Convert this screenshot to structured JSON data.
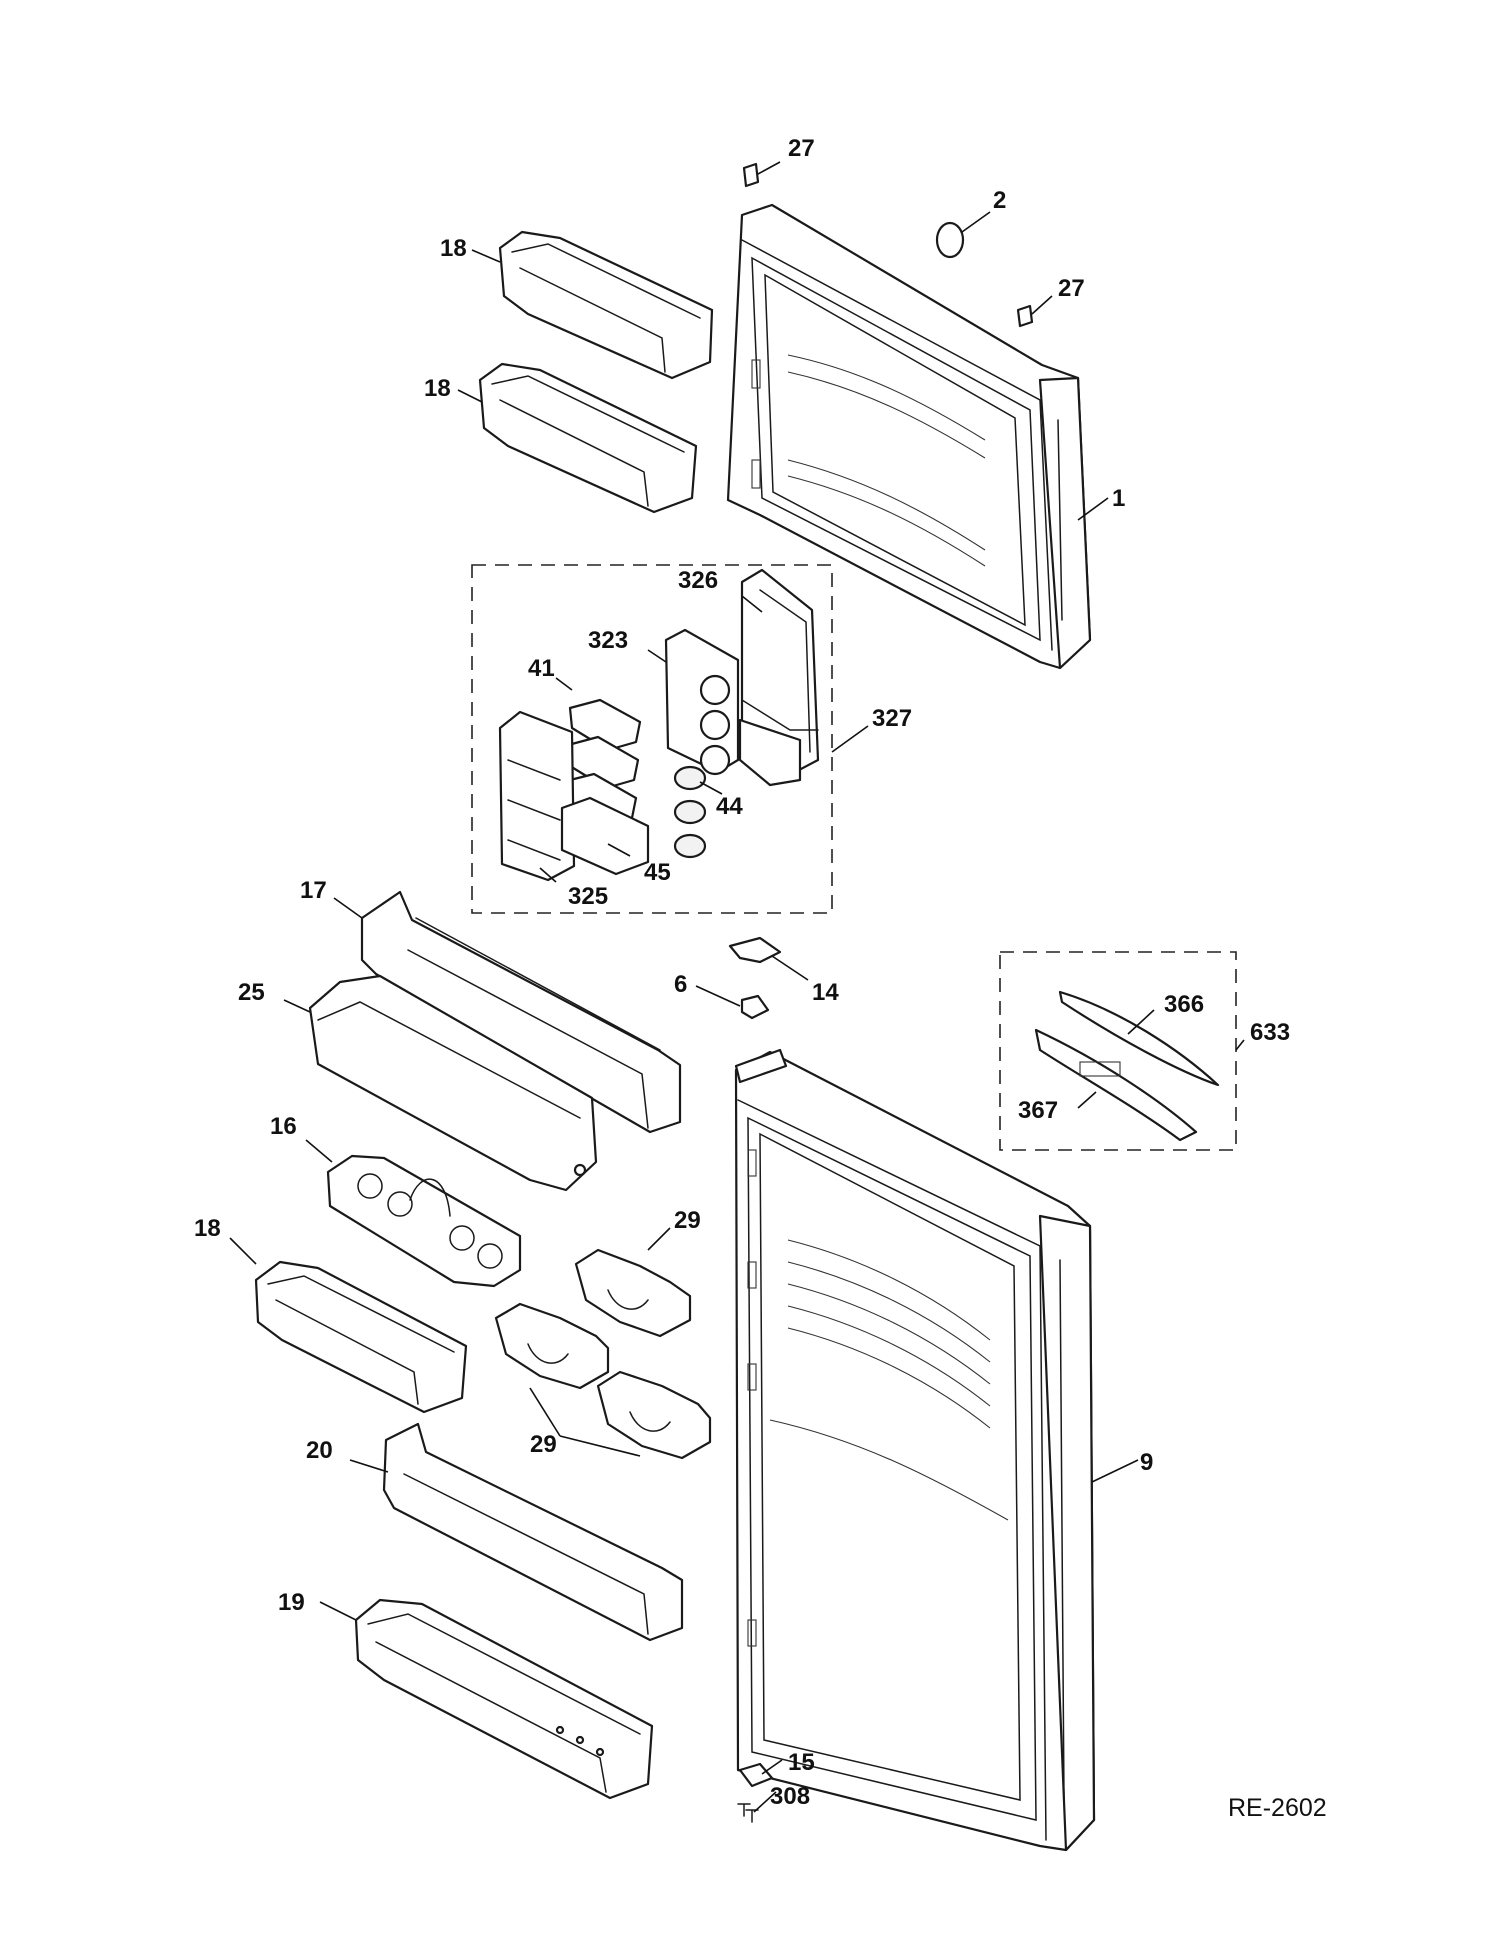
{
  "callouts": {
    "c27a": "27",
    "c2": "2",
    "c18a": "18",
    "c27b": "27",
    "c18b": "18",
    "c1": "1",
    "c326": "326",
    "c323": "323",
    "c41": "41",
    "c327": "327",
    "c44": "44",
    "c45": "45",
    "c325": "325",
    "c17": "17",
    "c25": "25",
    "c6": "6",
    "c14": "14",
    "c366": "366",
    "c633": "633",
    "c367": "367",
    "c16": "16",
    "c29a": "29",
    "c18c": "18",
    "c29b": "29",
    "c20": "20",
    "c9": "9",
    "c19": "19",
    "c15": "15",
    "c308": "308"
  },
  "diagram_code": "RE-2602"
}
